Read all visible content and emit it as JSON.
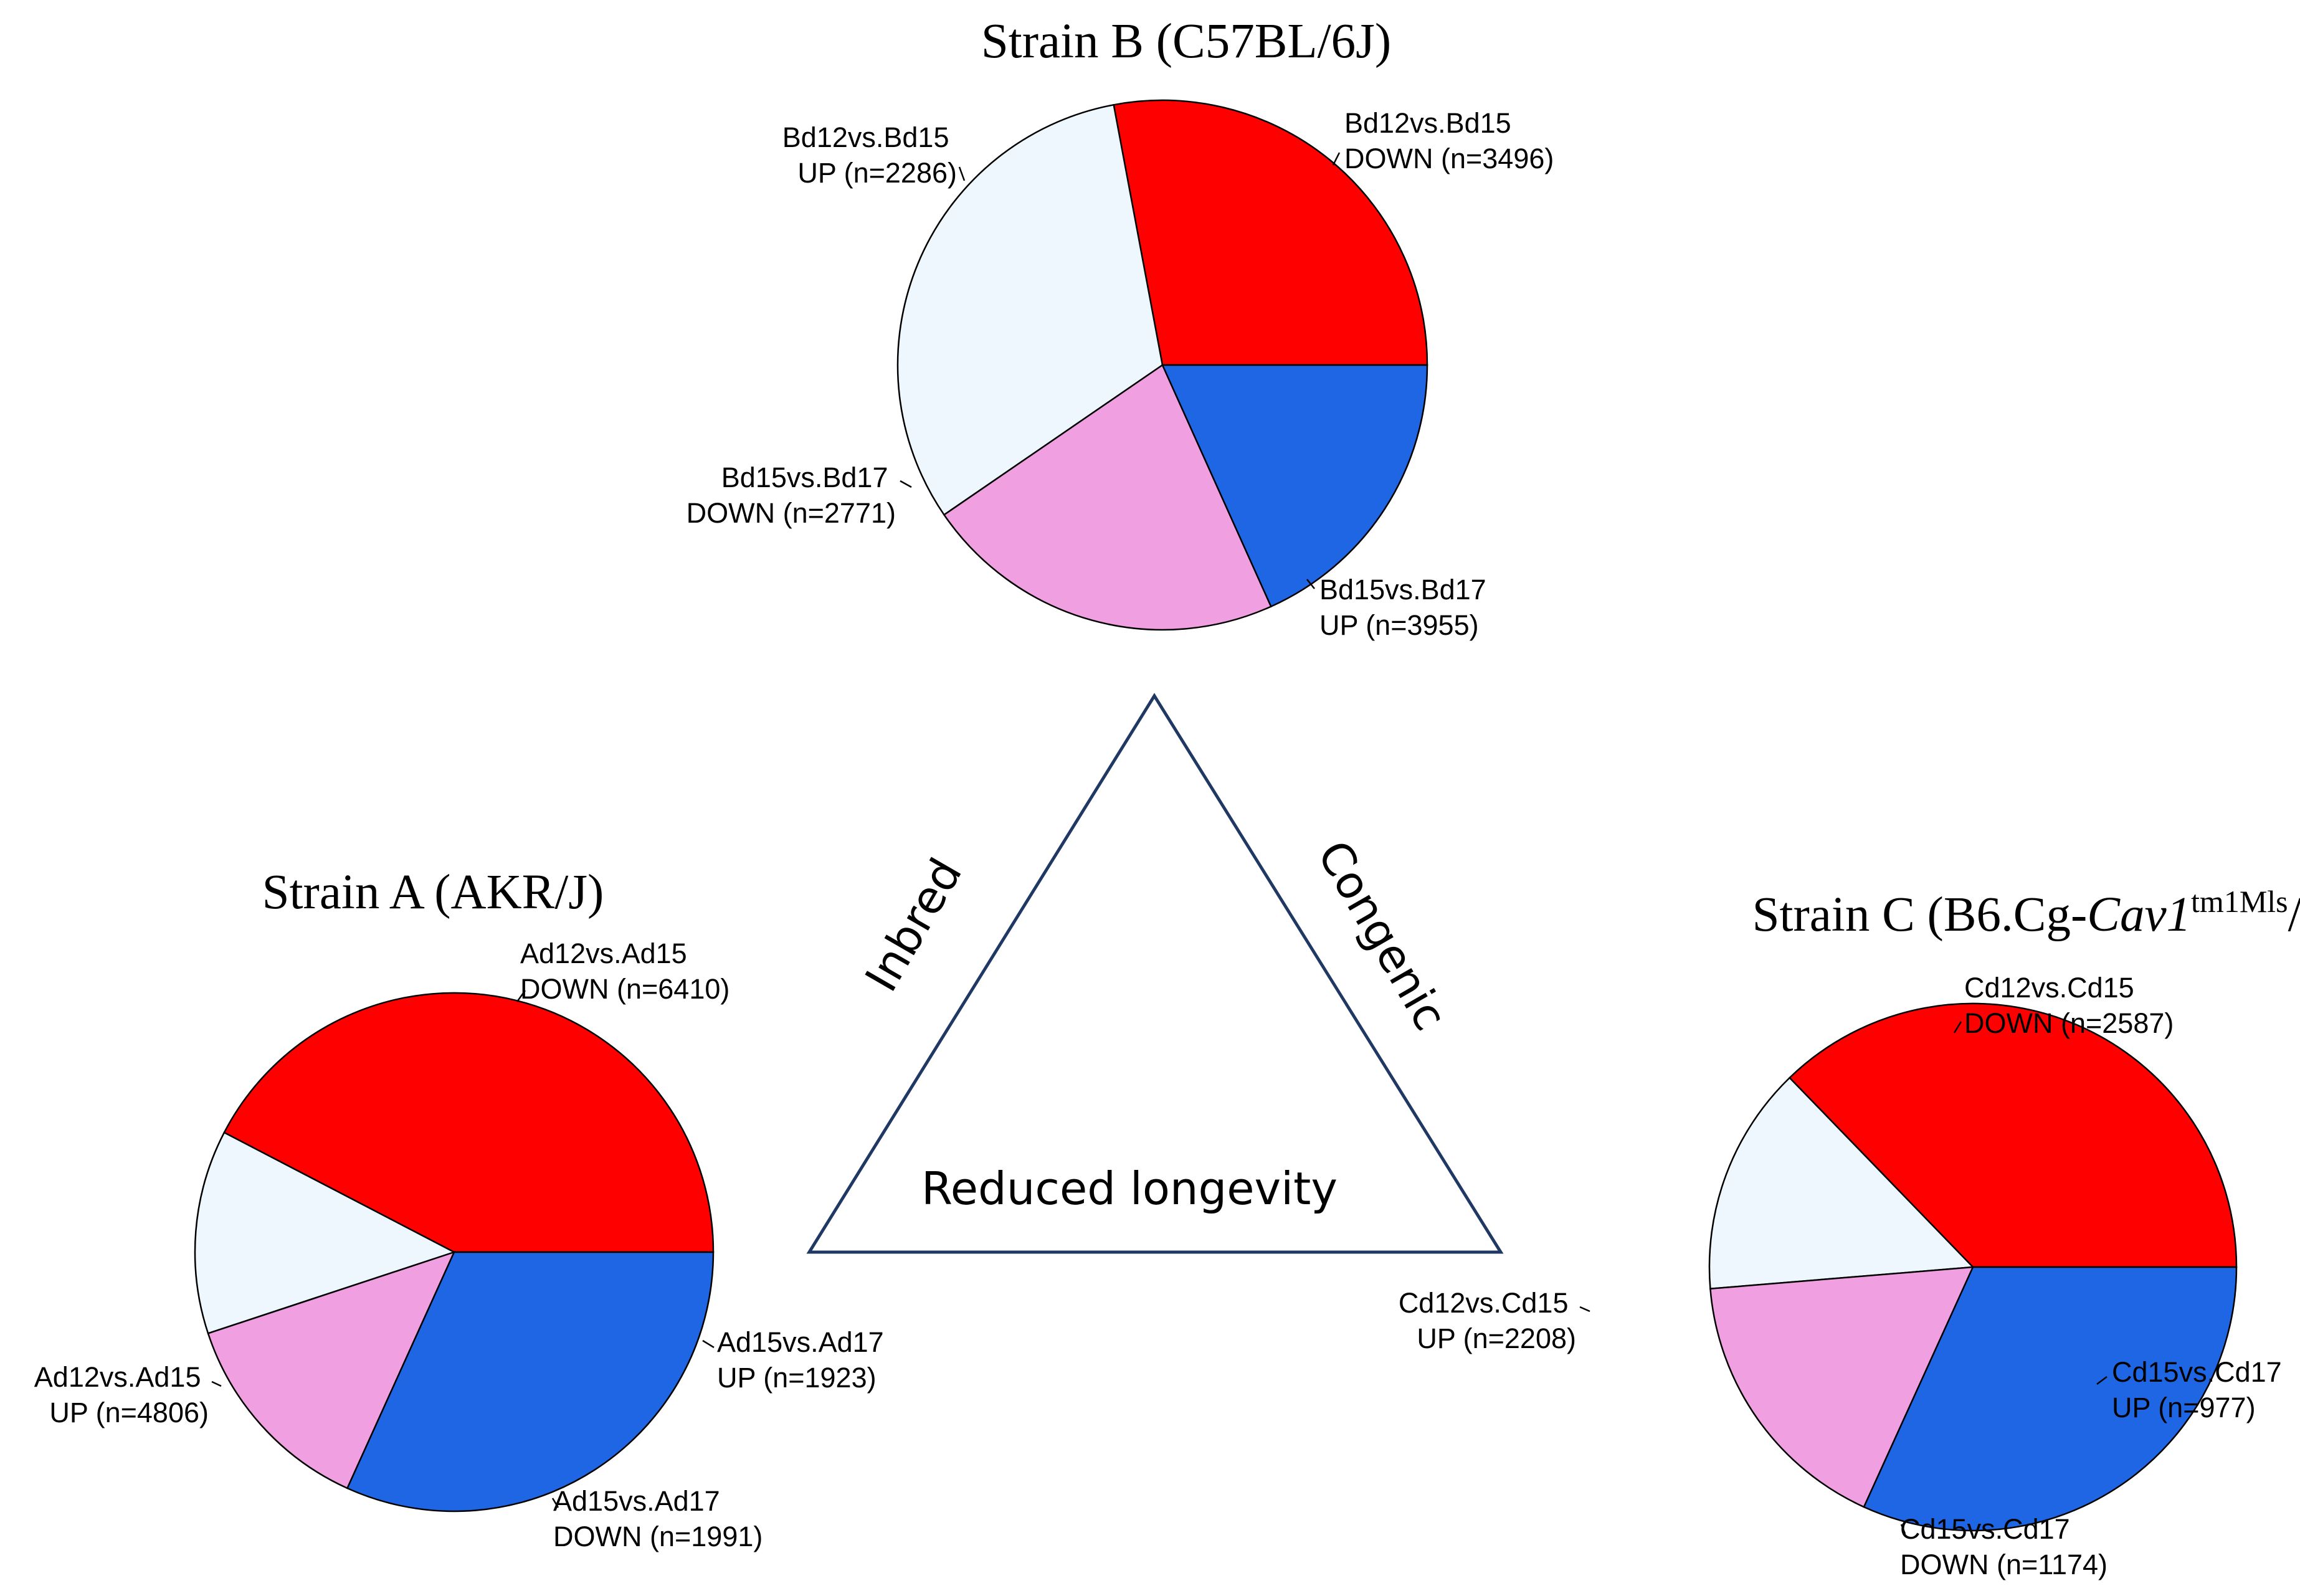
{
  "chart_data": [
    {
      "type": "pie",
      "title": "Strain B (C57BL/6J)",
      "slices": [
        {
          "label": [
            "Bd12vs.Bd15",
            "DOWN (n=3496)"
          ],
          "value": 3496,
          "color": "#ff0000"
        },
        {
          "label": [
            "Bd15vs.Bd17",
            "UP (n=3955)"
          ],
          "value": 3955,
          "color": "#eef7fd"
        },
        {
          "label": [
            "Bd15vs.Bd17",
            "DOWN (n=2771)"
          ],
          "value": 2771,
          "color": "#f0a0e0"
        },
        {
          "label": [
            "Bd12vs.Bd15",
            "UP (n=2286)"
          ],
          "value": 2286,
          "color": "#1f66e5"
        }
      ]
    },
    {
      "type": "pie",
      "title": "Strain A (AKR/J)",
      "slices": [
        {
          "label": [
            "Ad12vs.Ad15",
            "DOWN (n=6410)"
          ],
          "value": 6410,
          "color": "#ff0000"
        },
        {
          "label": [
            "Ad15vs.Ad17",
            "UP (n=1923)"
          ],
          "value": 1923,
          "color": "#eef7fd"
        },
        {
          "label": [
            "Ad15vs.Ad17",
            "DOWN (n=1991)"
          ],
          "value": 1991,
          "color": "#f0a0e0"
        },
        {
          "label": [
            "Ad12vs.Ad15",
            "UP (n=4806)"
          ],
          "value": 4806,
          "color": "#1f66e5"
        }
      ]
    },
    {
      "type": "pie",
      "title": {
        "main": "Strain C (B6.Cg-",
        "gene": "Cav1",
        "superscript": "tm1Mls",
        "suffix": "/J )"
      },
      "slices": [
        {
          "label": [
            "Cd12vs.Cd15",
            "DOWN (n=2587)"
          ],
          "value": 2587,
          "color": "#ff0000"
        },
        {
          "label": [
            "Cd15vs.Cd17",
            "UP (n=977)"
          ],
          "value": 977,
          "color": "#eef7fd"
        },
        {
          "label": [
            "Cd15vs.Cd17",
            "DOWN (n=1174)"
          ],
          "value": 1174,
          "color": "#f0a0e0"
        },
        {
          "label": [
            "Cd12vs.Cd15",
            "UP (n=2208)"
          ],
          "value": 2208,
          "color": "#1f66e5"
        }
      ]
    }
  ],
  "triangle": {
    "left_side": "Inbred",
    "right_side": "Congenic",
    "center": "Reduced longevity",
    "color": "#1f3864"
  }
}
